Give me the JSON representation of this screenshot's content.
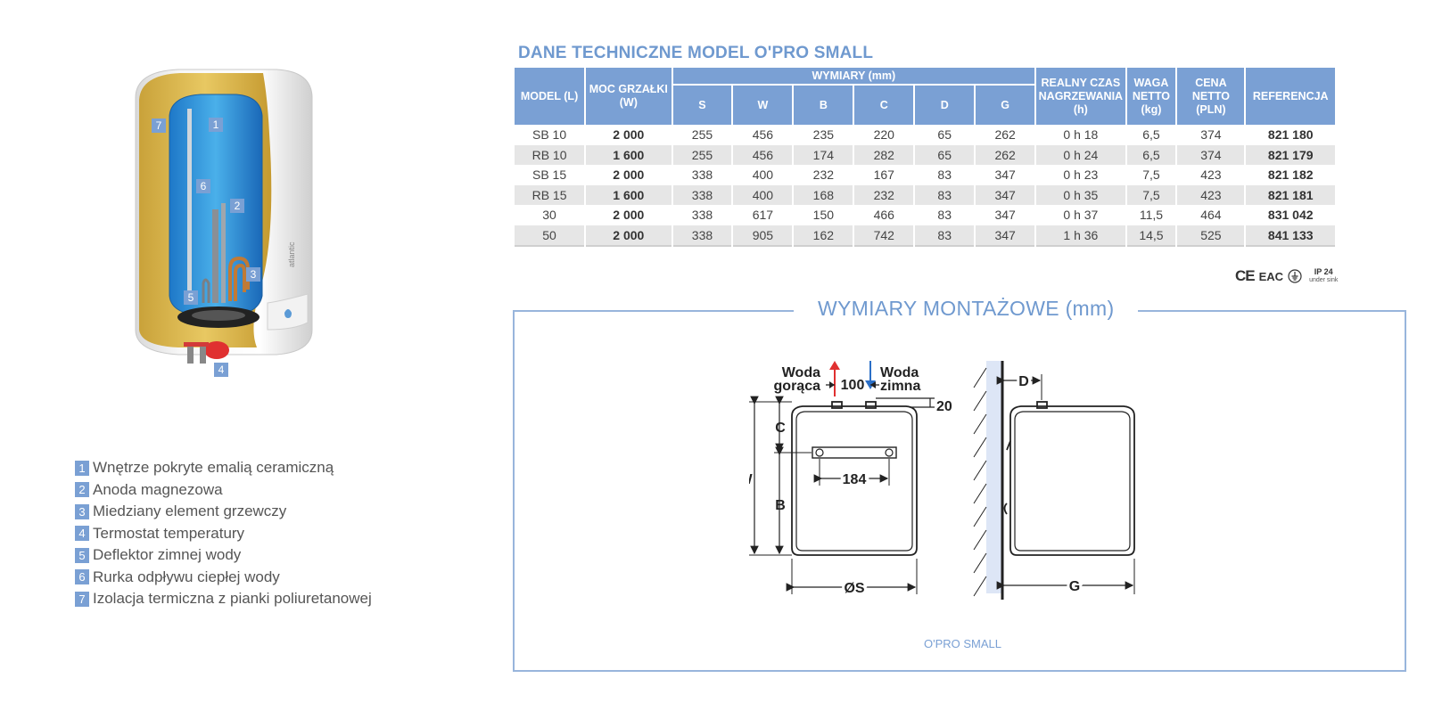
{
  "table": {
    "title": "DANE TECHNICZNE MODEL O'PRO SMALL",
    "headers": {
      "model": "MODEL (L)",
      "moc": "MOC GRZAŁKI (W)",
      "wymiary": "WYMIARY (mm)",
      "s": "S",
      "w": "W",
      "b": "B",
      "c": "C",
      "d": "D",
      "g": "G",
      "czas": "REALNY CZAS NAGRZEWANIA (h)",
      "waga": "WAGA NETTO (kg)",
      "cena": "CENA NETTO (PLN)",
      "ref": "REFERENCJA"
    },
    "rows": [
      [
        "SB 10",
        "2 000",
        "255",
        "456",
        "235",
        "220",
        "65",
        "262",
        "0 h 18",
        "6,5",
        "374",
        "821 180"
      ],
      [
        "RB 10",
        "1 600",
        "255",
        "456",
        "174",
        "282",
        "65",
        "262",
        "0 h 24",
        "6,5",
        "374",
        "821 179"
      ],
      [
        "SB 15",
        "2 000",
        "338",
        "400",
        "232",
        "167",
        "83",
        "347",
        "0 h 23",
        "7,5",
        "423",
        "821 182"
      ],
      [
        "RB 15",
        "1 600",
        "338",
        "400",
        "168",
        "232",
        "83",
        "347",
        "0 h 35",
        "7,5",
        "423",
        "821 181"
      ],
      [
        "30",
        "2 000",
        "338",
        "617",
        "150",
        "466",
        "83",
        "347",
        "0 h 37",
        "11,5",
        "464",
        "831 042"
      ],
      [
        "50",
        "2 000",
        "338",
        "905",
        "162",
        "742",
        "83",
        "347",
        "1 h 36",
        "14,5",
        "525",
        "841 133"
      ]
    ]
  },
  "certs": {
    "ce": "CE",
    "eac": "EAC",
    "ip": "IP 24",
    "ip_sub": "under sink"
  },
  "heater": {
    "brand": "atlantic",
    "labels": [
      "1",
      "2",
      "3",
      "4",
      "5",
      "6",
      "7"
    ]
  },
  "legend": [
    {
      "num": "1",
      "text": "Wnętrze pokryte emalią ceramiczną"
    },
    {
      "num": "2",
      "text": "Anoda magnezowa"
    },
    {
      "num": "3",
      "text": "Miedziany element grzewczy"
    },
    {
      "num": "4",
      "text": "Termostat temperatury"
    },
    {
      "num": "5",
      "text": "Deflektor zimnej wody"
    },
    {
      "num": "6",
      "text": "Rurka odpływu ciepłej wody"
    },
    {
      "num": "7",
      "text": "Izolacja termiczna z pianki poliuretanowej"
    }
  ],
  "mount": {
    "title": "WYMIARY MONTAŻOWE (mm)",
    "caption": "O'PRO SMALL",
    "labels": {
      "hot1": "Woda",
      "hot2": "gorąca",
      "cold1": "Woda",
      "cold2": "zimna",
      "spacing": "100",
      "top": "20",
      "c": "C",
      "w": "W",
      "b": "B",
      "bracket": "184",
      "s": "ØS",
      "d": "D",
      "g": "G"
    }
  },
  "colors": {
    "accent": "#7aa0d4",
    "hot": "#e03030",
    "cold": "#2b6fc7"
  }
}
